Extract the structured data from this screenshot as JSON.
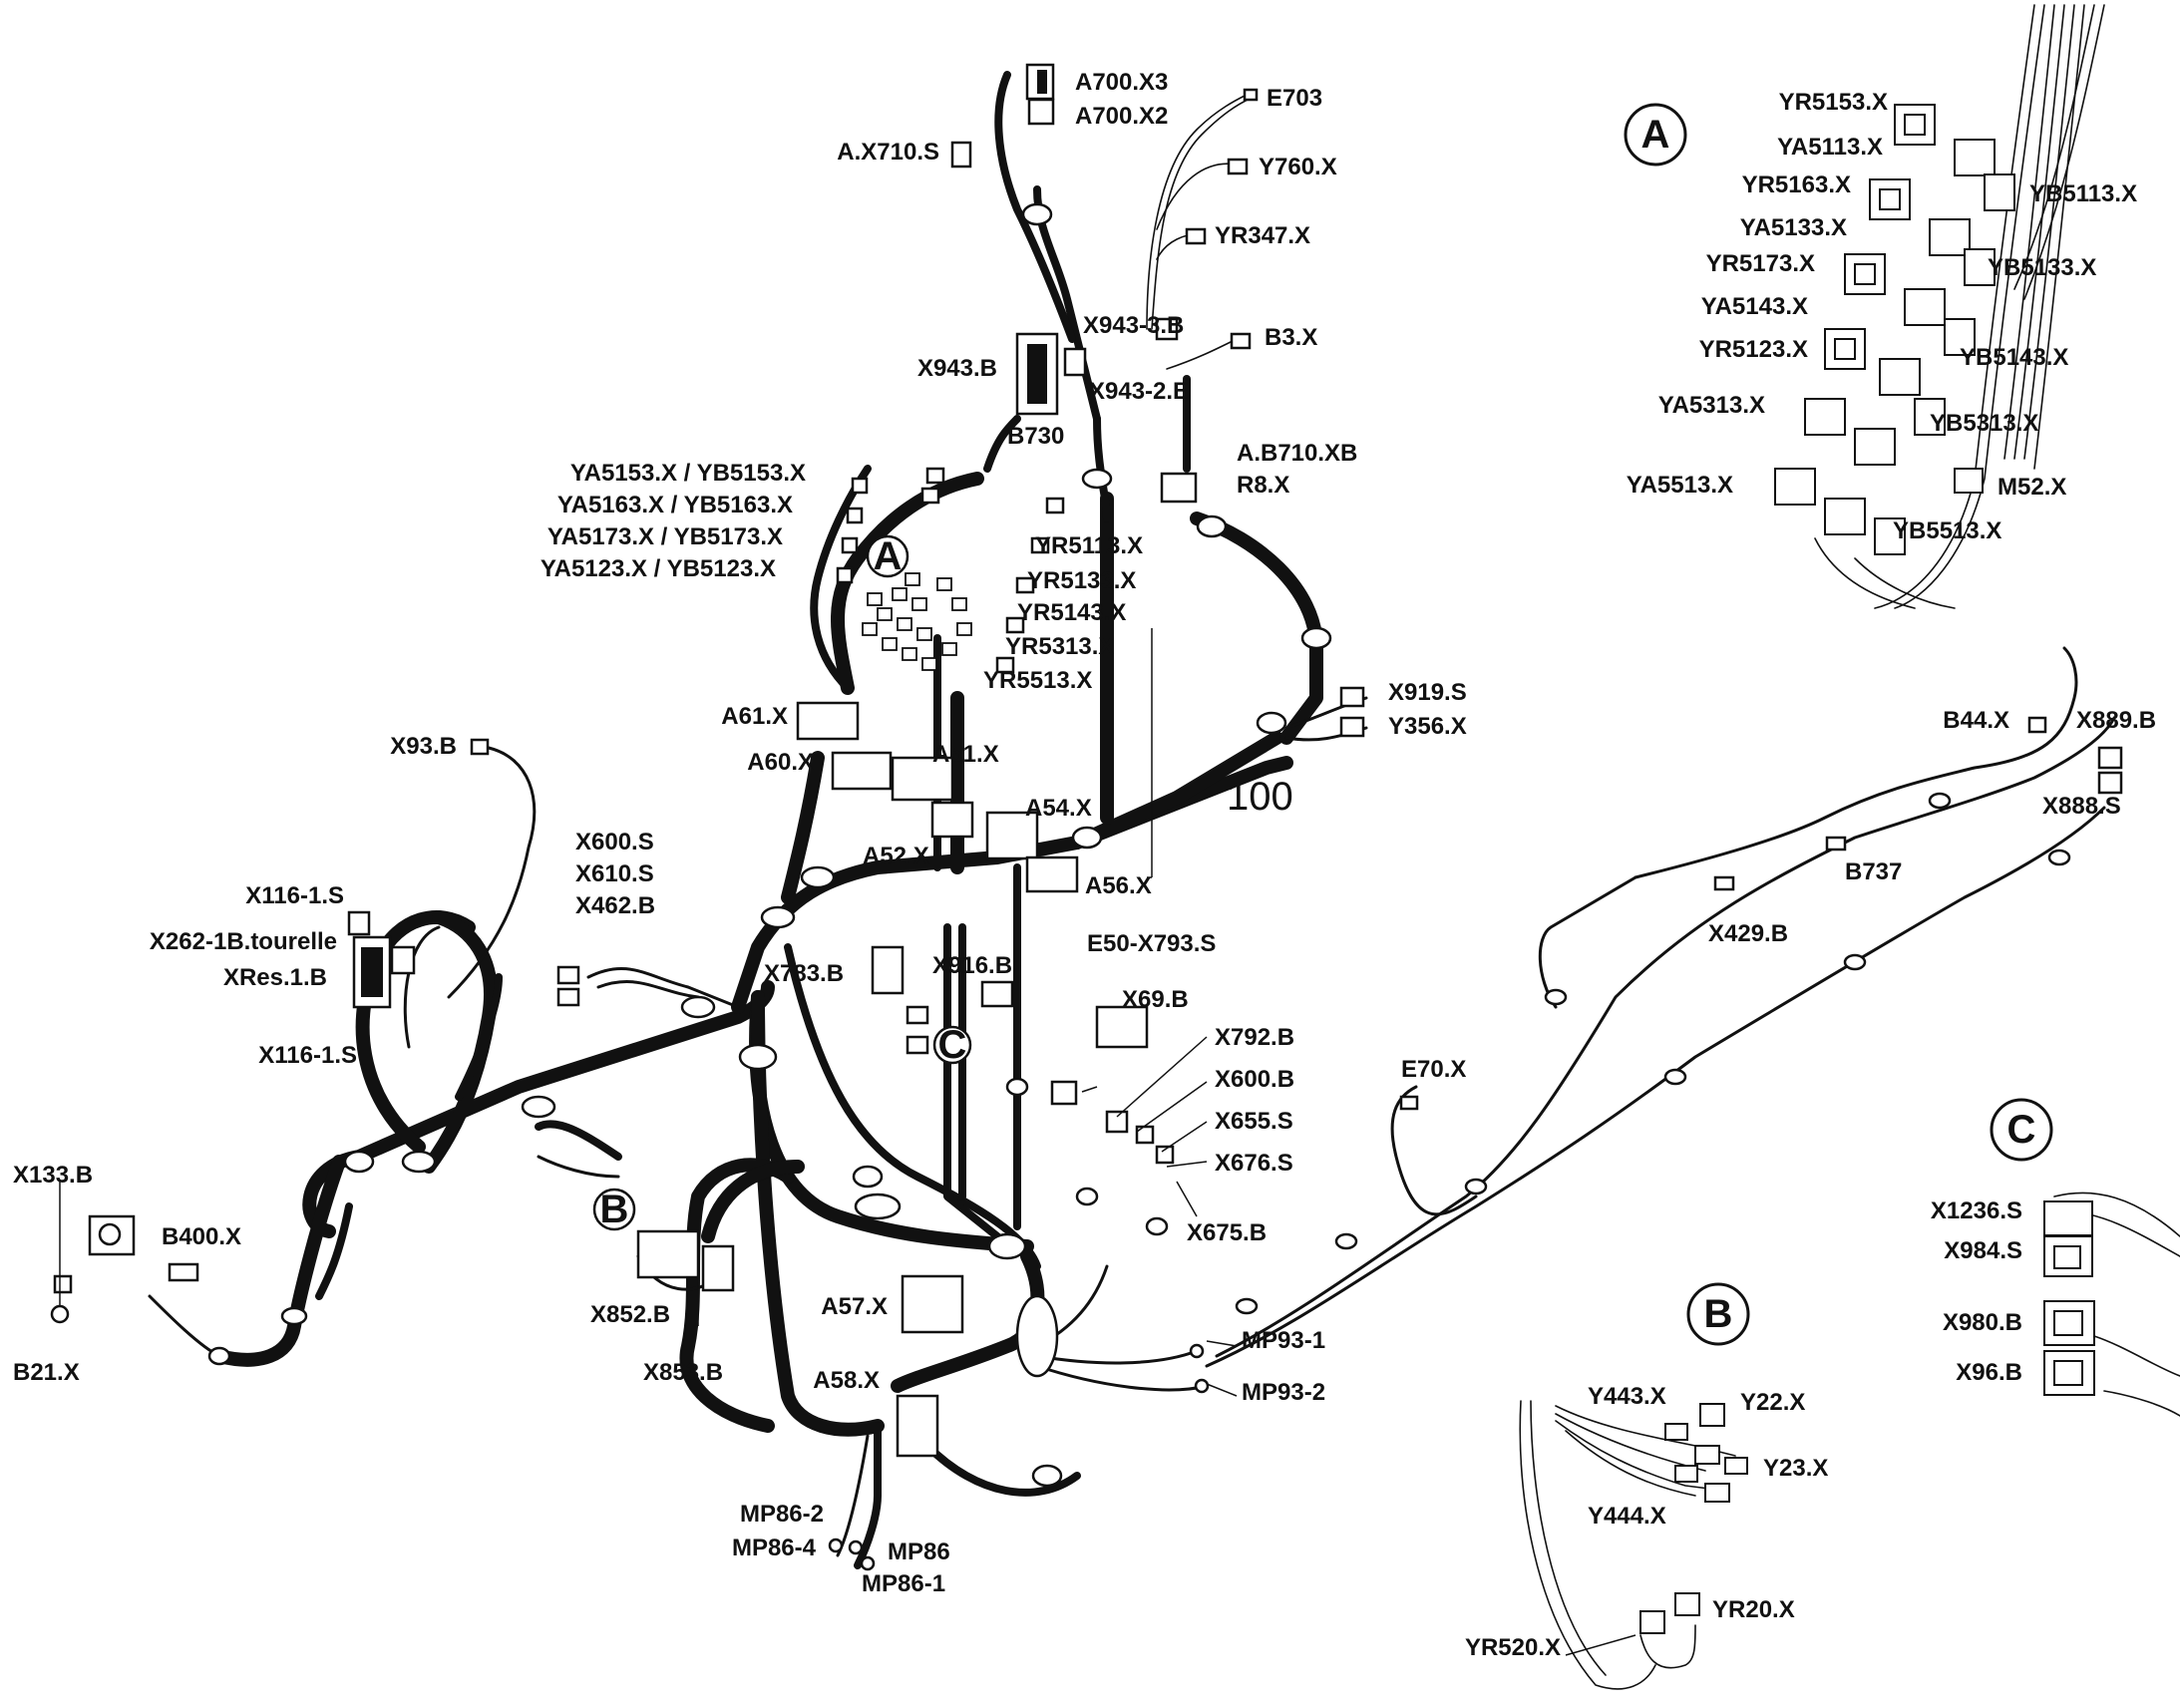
{
  "labels": {
    "a700x3": "A700.X3",
    "a700x2": "A700.X2",
    "e703": "E703",
    "ax710s": "A.X710.S",
    "y760x": "Y760.X",
    "yr347x": "YR347.X",
    "x943_3b": "X943-3.B",
    "b3x": "B3.X",
    "x943b": "X943.B",
    "x943_2b": "X943-2.B",
    "b730": "B730",
    "ab710xb": "A.B710.XB",
    "r8x": "R8.X",
    "ya5153_yb5153": "YA5153.X / YB5153.X",
    "ya5163_yb5163": "YA5163.X / YB5163.X",
    "ya5173_yb5173": "YA5173.X / YB5173.X",
    "ya5123_yb5123": "YA5123.X / YB5123.X",
    "yr5113x": "YR5113.X",
    "yr5133x": "YR5133.X",
    "yr5143x": "YR5143.X",
    "yr5313x": "YR5313.X",
    "yr5513x": "YR5513.X",
    "a61x": "A61.X",
    "a60x": "A60.X",
    "a51x": "A51.X",
    "a54x": "A54.X",
    "a52x": "A52.X",
    "a56x": "A56.X",
    "x919s": "X919.S",
    "y356x": "Y356.X",
    "num100": "100",
    "x93b": "X93.B",
    "x600s": "X600.S",
    "x610s": "X610.S",
    "x462b": "X462.B",
    "x116_1s_top": "X116-1.S",
    "x262_1b": "X262-1B.tourelle",
    "xres1b": "XRes.1.B",
    "x116_1s_bot": "X116-1.S",
    "x783b": "X783.B",
    "x916b": "X916.B",
    "e50_x793s": "E50-X793.S",
    "x69b": "X69.B",
    "x792b": "X792.B",
    "x600b": "X600.B",
    "x655s": "X655.S",
    "x676s": "X676.S",
    "x675b": "X675.B",
    "x133b": "X133.B",
    "b400x": "B400.X",
    "b21x": "B21.X",
    "x852b": "X852.B",
    "x853b": "X853.B",
    "a57x": "A57.X",
    "a58x": "A58.X",
    "mp86_2": "MP86-2",
    "mp86_4": "MP86-4",
    "mp86": "MP86",
    "mp86_1": "MP86-1",
    "mp93_1": "MP93-1",
    "mp93_2": "MP93-2",
    "e70x": "E70.X",
    "b44x": "B44.X",
    "x889b": "X889.B",
    "x888s": "X888.S",
    "b737": "B737",
    "x429b": "X429.B",
    "detA_yr5153x": "YR5153.X",
    "detA_ya5113x": "YA5113.X",
    "detA_yr5163x": "YR5163.X",
    "detA_ya5133x": "YA5133.X",
    "detA_yr5173x": "YR5173.X",
    "detA_ya5143x": "YA5143.X",
    "detA_yr5123x": "YR5123.X",
    "detA_ya5313x": "YA5313.X",
    "detA_ya5513x": "YA5513.X",
    "detA_yb5113x": "YB5113.X",
    "detA_yb5133x": "YB5133.X",
    "detA_yb5143x": "YB5143.X",
    "detA_yb5313x": "YB5313.X",
    "detA_m52x": "M52.X",
    "detA_yb5513x": "YB5513.X",
    "detB_y443x": "Y443.X",
    "detB_y22x": "Y22.X",
    "detB_y23x": "Y23.X",
    "detB_y444x": "Y444.X",
    "detB_yr520x": "YR520.X",
    "detB_yr20x": "YR20.X",
    "detC_x1236s": "X1236.S",
    "detC_x984s": "X984.S",
    "detC_x980b": "X980.B",
    "detC_x96b": "X96.B"
  },
  "detail_markers": {
    "a": "A",
    "b": "B",
    "c": "C"
  }
}
